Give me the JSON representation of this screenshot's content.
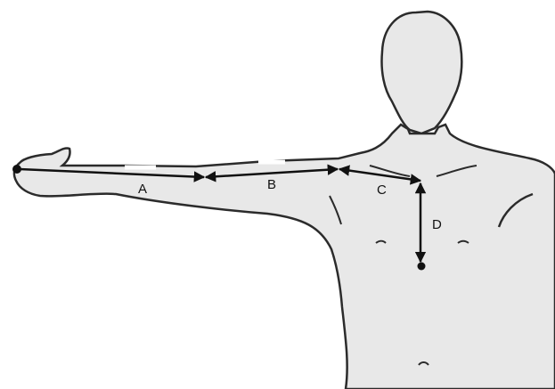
{
  "colors": {
    "skin": "#e8e8e8",
    "outline": "#2b2b2b",
    "measure": "#111111",
    "background": "#ffffff"
  },
  "labels": {
    "a": "A",
    "b": "B",
    "c": "C",
    "d": "D"
  }
}
